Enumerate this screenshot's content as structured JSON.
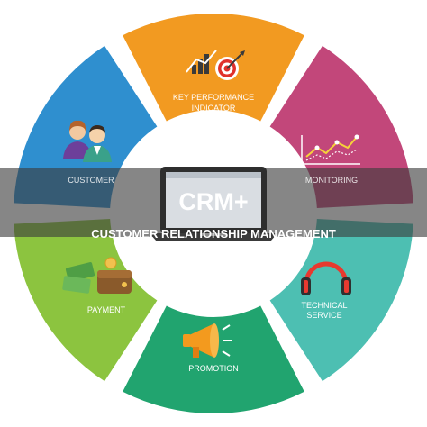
{
  "center": {
    "title": "CRM+",
    "subtitle": "CUSTOMER RELATIONSHIP MANAGEMENT"
  },
  "segments": [
    {
      "id": "kpi",
      "line1": "KEY PERFORMANCE",
      "line2": "INDICATOR",
      "color": "#f29a21",
      "icon": "target-chart-icon"
    },
    {
      "id": "monitoring",
      "line1": "MONITORING",
      "line2": "",
      "color": "#c2477a",
      "icon": "line-chart-icon"
    },
    {
      "id": "technical",
      "line1": "TECHNICAL",
      "line2": "SERVICE",
      "color": "#4dbfb2",
      "icon": "headphones-icon"
    },
    {
      "id": "promotion",
      "line1": "PROMOTION",
      "line2": "",
      "color": "#21a46f",
      "icon": "megaphone-icon"
    },
    {
      "id": "payment",
      "line1": "PAYMENT",
      "line2": "",
      "color": "#8cc43f",
      "icon": "wallet-cash-icon"
    },
    {
      "id": "customer",
      "line1": "CUSTOMER",
      "line2": "",
      "color": "#2f8fcf",
      "icon": "customers-icon"
    }
  ],
  "colors": {
    "band": "#3c3c3c",
    "laptop_frame": "#2e2e2e",
    "laptop_screen": "#d9dde2"
  }
}
